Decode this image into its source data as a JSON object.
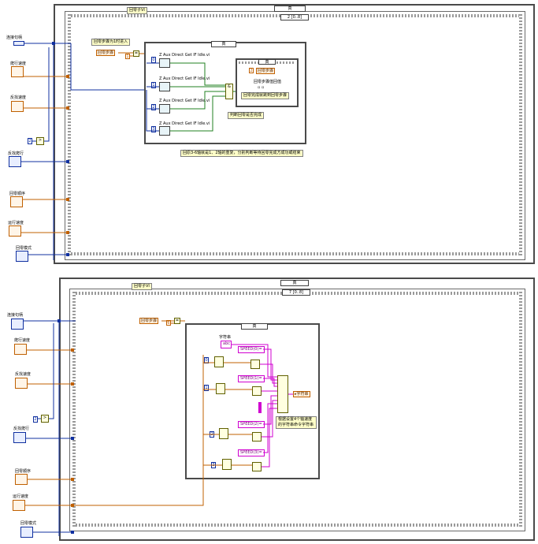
{
  "top": {
    "panel_title": "回零子VI",
    "case_true": "真",
    "case_selector": "2 [0..8]",
    "step_label": "回零步骤为1时进入",
    "local_var": "回零步骤",
    "const_one": "1",
    "inner_case_true": "真",
    "subvi_label": "Z Aux Direct Get IF Idle.vi",
    "axis_consts": [
      "0",
      "1",
      "2",
      "3"
    ],
    "innermost_true": "真",
    "const_two": "2",
    "local_var_step": "回零步骤",
    "comment_step": "回零步骤值回值",
    "idle_label": "判断回零是否完成",
    "inner_note": "回零完成就跳到回零步骤",
    "bottom_note": "回原3-6轴就是1、2轴的重复，分别判断等待回零完成方成功或结束",
    "controls": [
      "连接句柄",
      "爬行速度",
      "反找速度",
      "反找爬行",
      "回零顺序",
      "运行速度",
      "回零模式"
    ],
    "const_two_left": "2"
  },
  "bottom": {
    "panel_title": "回零子VI",
    "case_true": "真",
    "case_selector": "7 [0..8]",
    "local_var": "回零步骤",
    "const_six": "6",
    "inner_case_true": "真",
    "string_label": "字符串",
    "speed_strings": [
      "SPEED(0)=",
      "SPEED(1)=",
      "SPEED(2)=",
      "SPEED(3)="
    ],
    "axis_consts": [
      "0",
      "1",
      "2",
      "3"
    ],
    "result_local": "字符串",
    "comment": "根据设置4个轴速度的字符串命令字符串",
    "controls": [
      "连接句柄",
      "爬行速度",
      "反找速度",
      "反找爬行",
      "回零顺序",
      "运行速度",
      "回零模式"
    ],
    "const_two_left": "2"
  }
}
